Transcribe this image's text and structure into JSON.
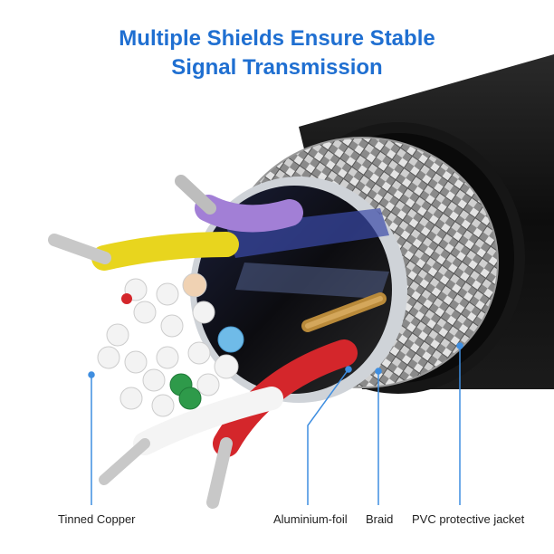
{
  "title": {
    "line1": "Multiple Shields Ensure Stable",
    "line2": "Signal Transmission",
    "color": "#1f6fd1"
  },
  "labels": {
    "tinned_copper": "Tinned Copper",
    "aluminium_foil": "Aluminium-foil",
    "braid": "Braid",
    "pvc_jacket": "PVC protective jacket"
  },
  "colors": {
    "jacket": "#111111",
    "braid": "#c9c9c9",
    "leader": "#3f8ee0",
    "wire_yellow": "#e8d51e",
    "wire_purple": "#a27fd6",
    "wire_red": "#d4262b",
    "wire_green": "#2e9a4a",
    "wire_blue": "#6fbbe8"
  }
}
